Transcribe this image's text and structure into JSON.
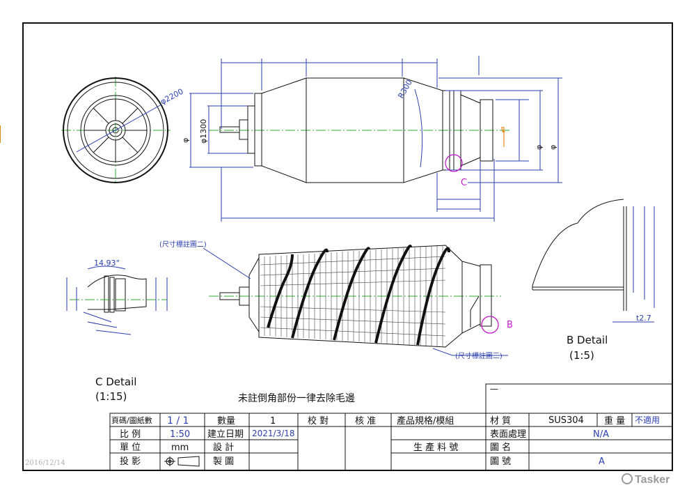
{
  "corner_date": "2016/12/14",
  "watermark": "Tasker",
  "dims": {
    "d2200": "φ2200",
    "d1300": "φ1300",
    "phi": "φ",
    "r300": "R300",
    "angle": "14.93°",
    "t27": "t2.7"
  },
  "callouts": {
    "c_marker": "C",
    "b_marker": "B",
    "note_top": "(尺寸標註圖二)",
    "note_bottom": "(尺寸標註圖三)"
  },
  "details": {
    "b_title": "B Detail",
    "b_scale": "(1:5)",
    "c_title": "C Detail",
    "c_scale": "(1:15)"
  },
  "general_note": "未註倒角部份一律去除毛邊",
  "title_block": {
    "page_label": "頁碼/圖紙數",
    "page_value": "1 / 1",
    "scale_label": "比  例",
    "scale_value": "1:50",
    "unit_label": "單  位",
    "unit_value": "mm",
    "projection_label": "投  影",
    "qty_label": "數量",
    "qty_value": "1",
    "created_label": "建立日期",
    "created_value": "2021/3/18",
    "design_label": "設  計",
    "drawn_label": "製  圖",
    "check_label": "校  對",
    "approve_label": "核  准",
    "spec_label": "產品規格/模組",
    "part_no_label": "生 產 料 號",
    "material_label": "材      質",
    "material_value": "SUS304",
    "weight_label": "重  量",
    "weight_value": "不適用",
    "finish_label": "表面處理",
    "finish_value": "N/A",
    "name_label": "圖      名",
    "number_label": "圖      號",
    "number_value": "A",
    "logo_mark": "—"
  }
}
